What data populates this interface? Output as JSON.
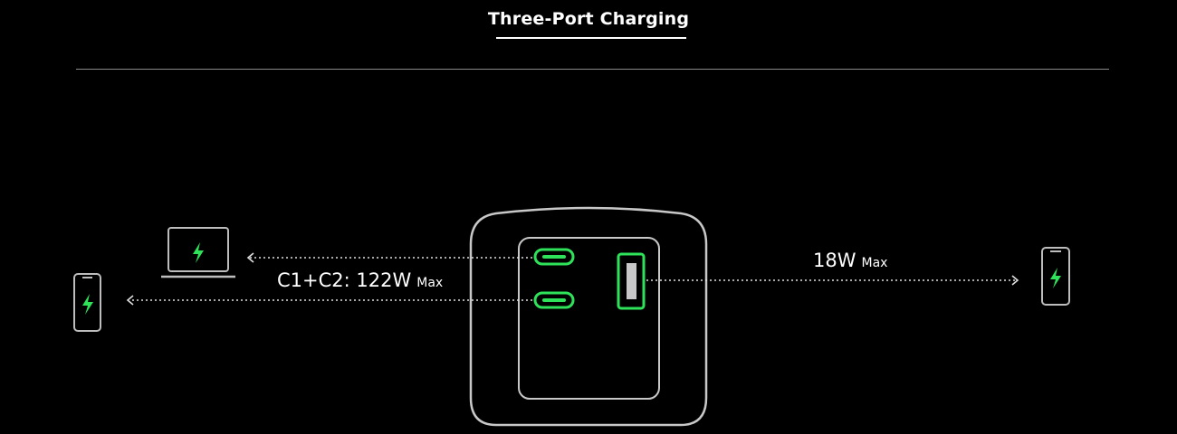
{
  "header": {
    "title": "Three-Port Charging"
  },
  "ports": {
    "combined_label": "C1+C2: 122W",
    "combined_suffix": "Max",
    "usb_a_label": "18W",
    "usb_a_suffix": "Max"
  },
  "icons": {
    "laptop": "laptop-icon",
    "phone_left": "phone-icon",
    "phone_right": "phone-icon",
    "bolt": "lightning-bolt-icon"
  },
  "colors": {
    "background": "#000000",
    "accent": "#2ee35a",
    "outline": "#c8c8c8",
    "text": "#ffffff"
  }
}
